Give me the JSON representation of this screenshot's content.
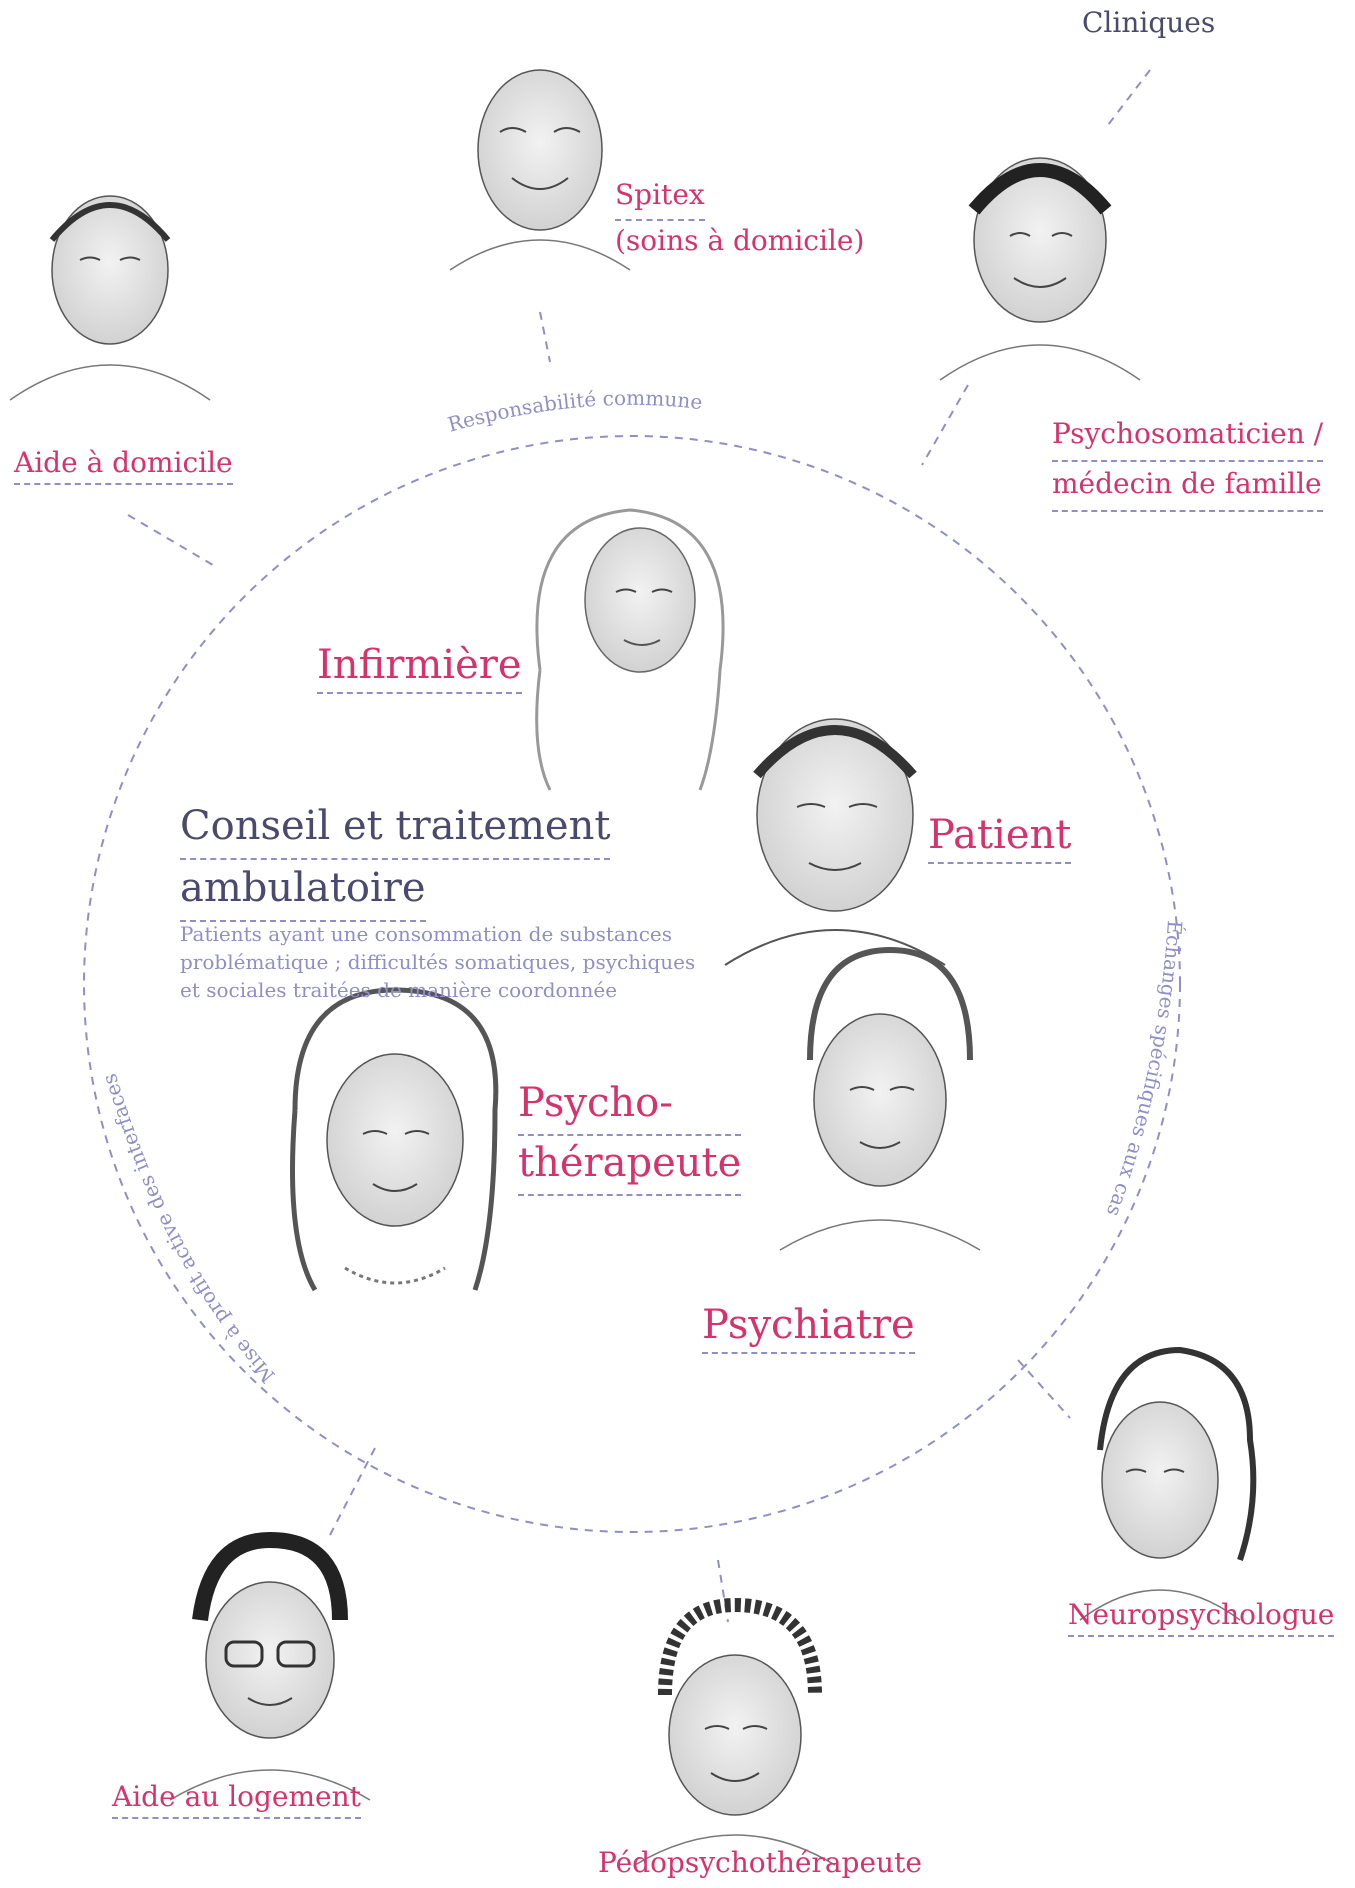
{
  "title": {
    "line1": "Conseil et traitement",
    "line2": "ambulatoire",
    "description": [
      "Patients ayant une consommation de substances",
      "problématique ; difficultés somatiques, psychiques",
      "et sociales traitées de manière coordonnée"
    ]
  },
  "circle_labels": {
    "top": "Responsabilité commune",
    "right": "Échanges spécifiques aux cas",
    "left": "Mise à profit active des interfaces"
  },
  "inner_roles": {
    "nurse": "Infirmière",
    "patient": "Patient",
    "psychotherapist_1": "Psycho-",
    "psychotherapist_2": "thérapeute",
    "psychiatrist": "Psychiatre"
  },
  "outer_roles": {
    "clinics": "Cliniques",
    "spitex_1": "Spitex",
    "spitex_2": "(soins à domicile)",
    "home_help": "Aide à domicile",
    "psychosomatic_1": "Psychosomaticien /",
    "psychosomatic_2": "médecin de famille",
    "neuropsych": "Neuropsychologue",
    "housing": "Aide au logement",
    "child_psych": "Pédopsychothérapeute"
  },
  "colors": {
    "accent_pink": "#d6336c",
    "title_navy": "#4a4a6e",
    "lavender": "#8f8fc8"
  }
}
